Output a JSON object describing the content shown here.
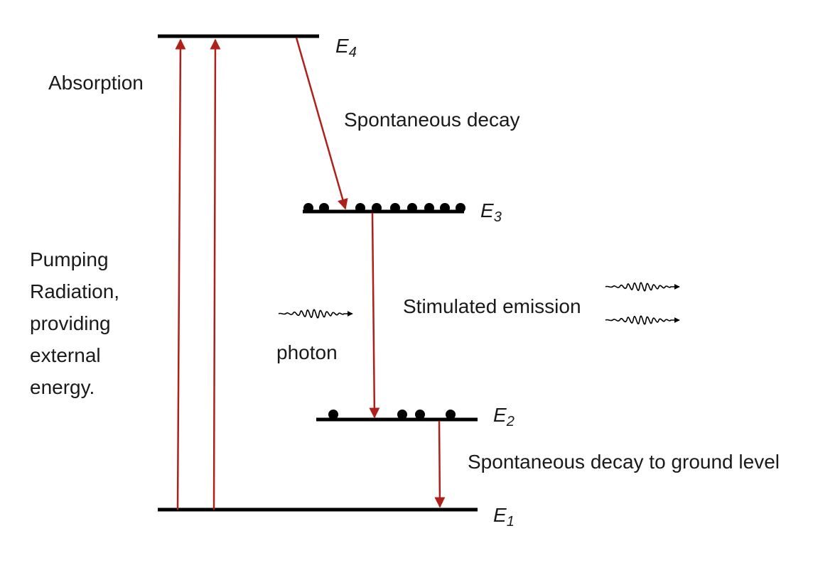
{
  "levels": [
    {
      "id": "E4",
      "letter": "E",
      "sub": "4"
    },
    {
      "id": "E3",
      "letter": "E",
      "sub": "3"
    },
    {
      "id": "E2",
      "letter": "E",
      "sub": "2"
    },
    {
      "id": "E1",
      "letter": "E",
      "sub": "1"
    }
  ],
  "labels": {
    "absorption": "Absorption",
    "pumping": [
      "Pumping",
      "Radiation,",
      "providing",
      "external",
      "energy."
    ],
    "spontaneous_decay": "Spontaneous decay",
    "stimulated_emission": "Stimulated emission",
    "photon": "photon",
    "decay_ground": "Spontaneous decay to ground level"
  },
  "populations": {
    "E3": 9,
    "E2": 4
  },
  "colors": {
    "arrow": "#b0201a",
    "level": "#000000",
    "text": "#1a1a1a"
  }
}
